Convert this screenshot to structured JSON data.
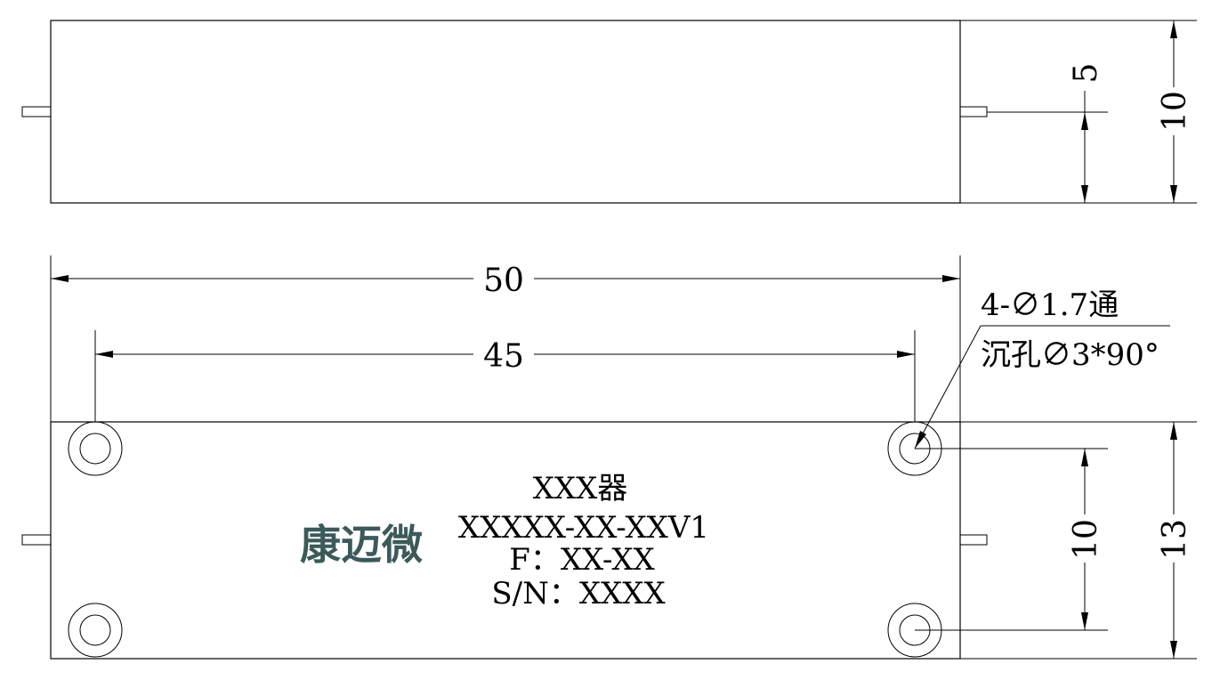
{
  "top_view": {
    "dims": {
      "pin_height": "5",
      "body_height": "10"
    }
  },
  "front_view": {
    "dims": {
      "overall_length": "50",
      "hole_spacing": "45",
      "hole_vertical": "10",
      "body_height": "13"
    },
    "hole_note": {
      "line1": "4-∅1.7通",
      "line2": "沉孔∅3*90°"
    },
    "label": {
      "logo": "康迈微",
      "line1": "XXX器",
      "line2": "XXXXX-XX-XXV1",
      "line3": "F：XX-XX",
      "line4": "S/N：XXXX"
    }
  }
}
